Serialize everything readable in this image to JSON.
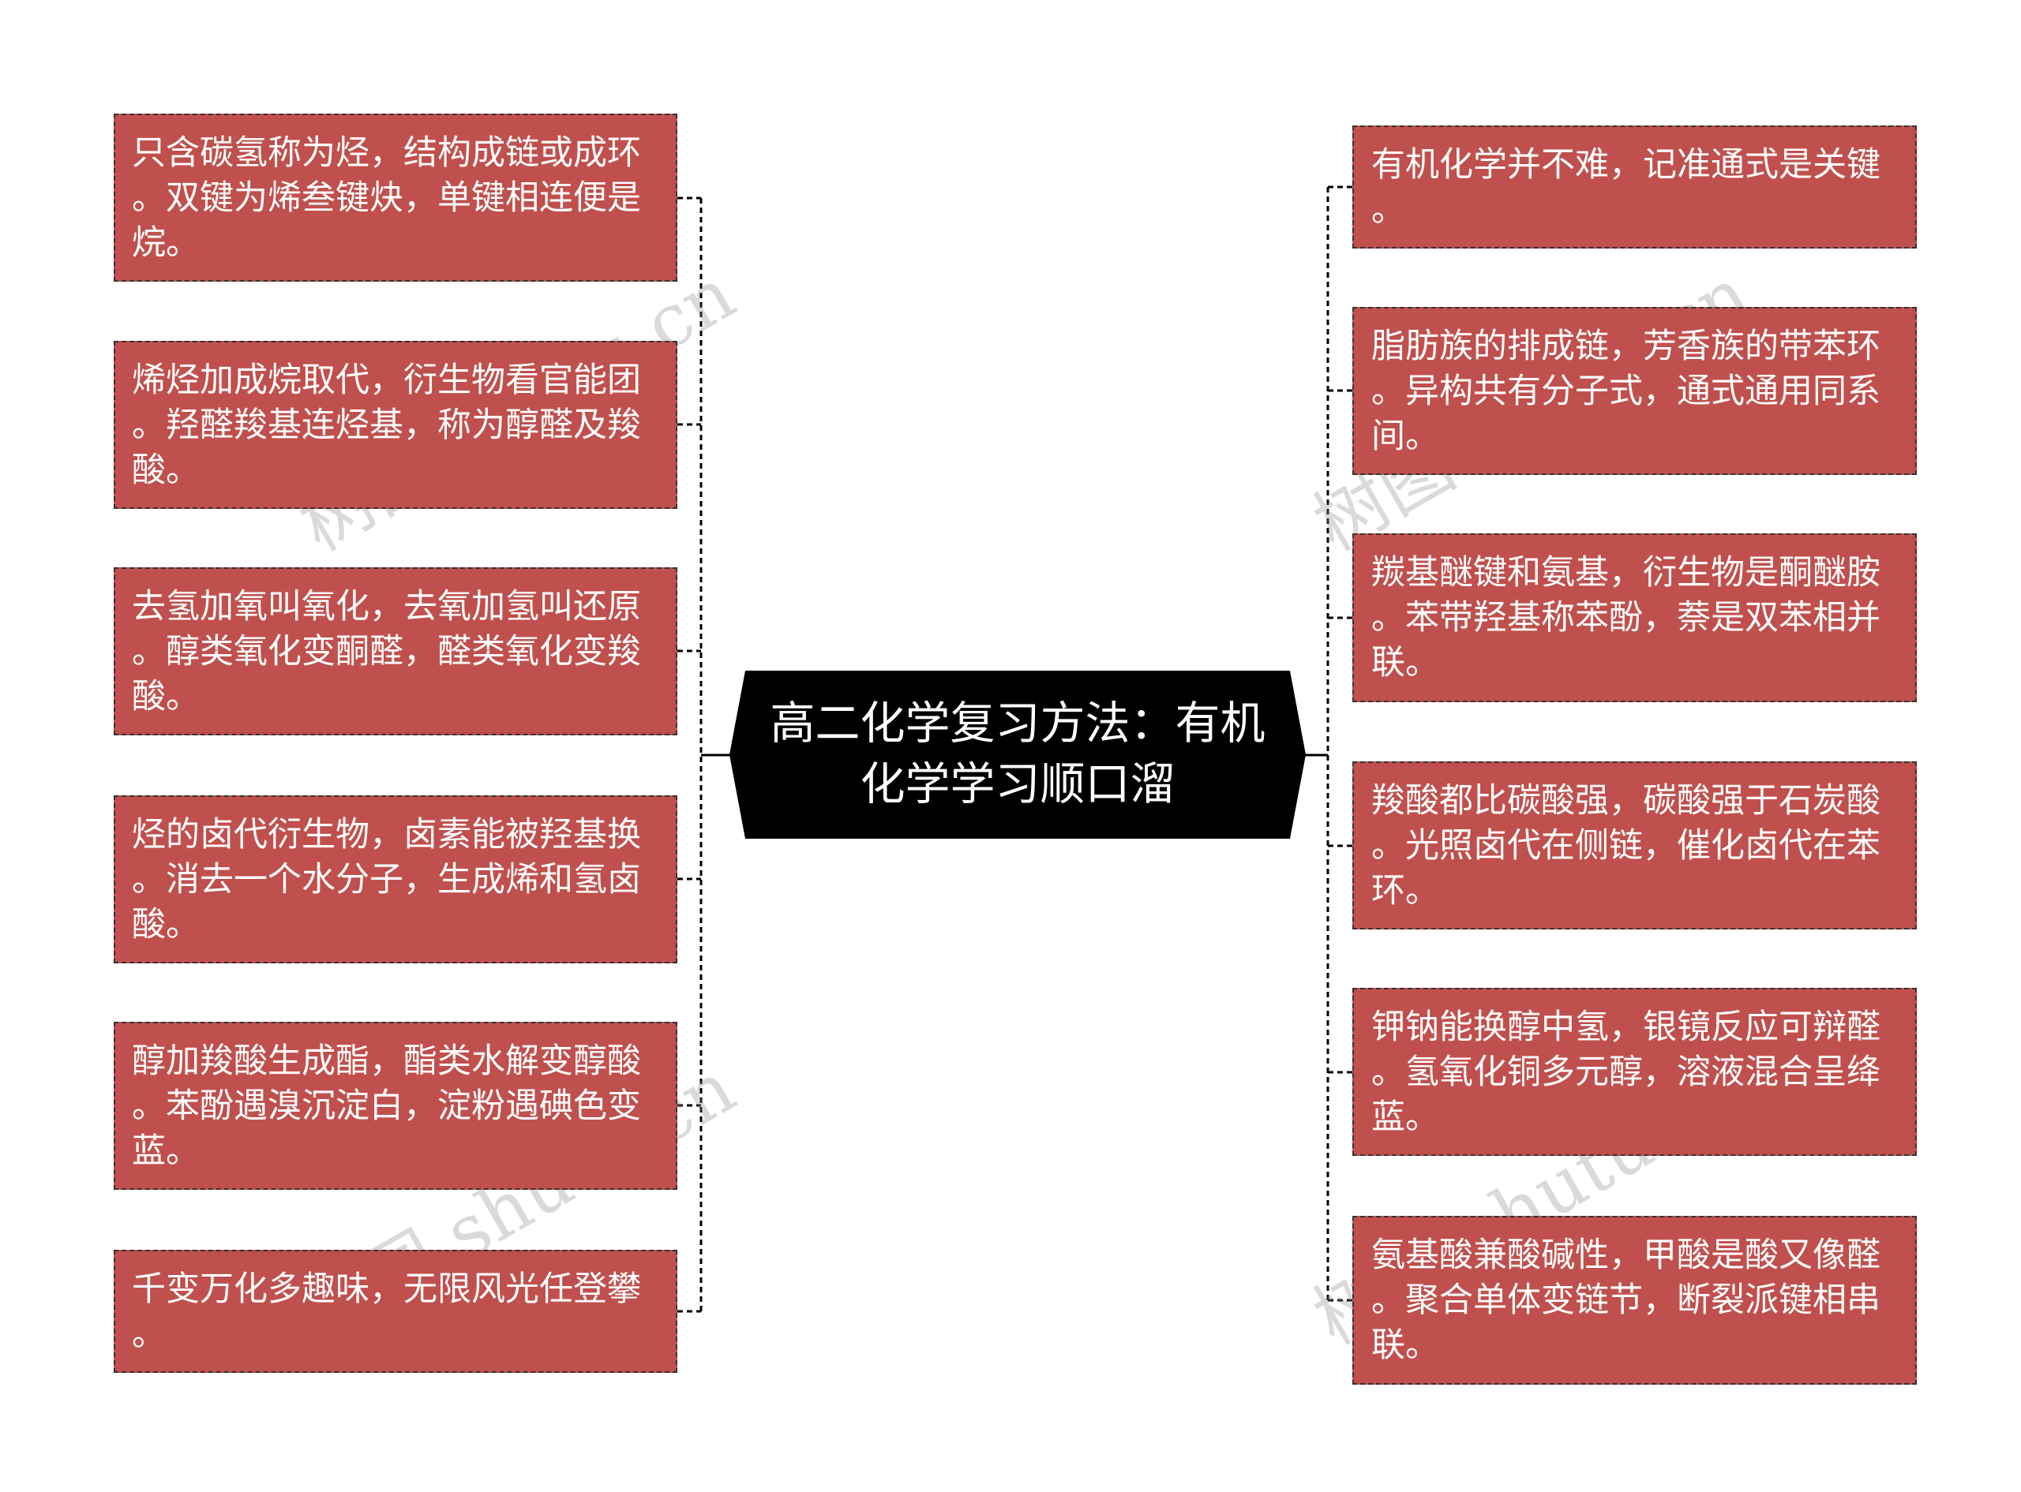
{
  "title": {
    "lines": [
      "高二化学复习方法：有机",
      "化学学习顺口溜"
    ]
  },
  "left_nodes": [
    {
      "lines": [
        "只含碳氢称为烃，结构成链或成环",
        "。双键为烯叁键炔，单键相连便是",
        "烷。"
      ]
    },
    {
      "lines": [
        "烯烃加成烷取代，衍生物看官能团",
        "。羟醛羧基连烃基，称为醇醛及羧",
        "酸。"
      ]
    },
    {
      "lines": [
        "去氢加氧叫氧化，去氧加氢叫还原",
        "。醇类氧化变酮醛，醛类氧化变羧",
        "酸。"
      ]
    },
    {
      "lines": [
        "烃的卤代衍生物，卤素能被羟基换",
        "。消去一个水分子，生成烯和氢卤",
        "酸。"
      ]
    },
    {
      "lines": [
        "醇加羧酸生成酯，酯类水解变醇酸",
        "。苯酚遇溴沉淀白，淀粉遇碘色变",
        "蓝。"
      ]
    },
    {
      "lines": [
        "千变万化多趣味，无限风光任登攀",
        "。"
      ]
    }
  ],
  "right_nodes": [
    {
      "lines": [
        "有机化学并不难，记准通式是关键",
        "。"
      ]
    },
    {
      "lines": [
        "脂肪族的排成链，芳香族的带苯环",
        "。异构共有分子式，通式通用同系",
        "间。"
      ]
    },
    {
      "lines": [
        "羰基醚键和氨基，衍生物是酮醚胺",
        "。苯带羟基称苯酚，萘是双苯相并",
        "联。"
      ]
    },
    {
      "lines": [
        "羧酸都比碳酸强，碳酸强于石炭酸",
        "。光照卤代在侧链，催化卤代在苯",
        "环。"
      ]
    },
    {
      "lines": [
        "钾钠能换醇中氢，银镜反应可辩醛",
        "。氢氧化铜多元醇，溶液混合呈绛",
        "蓝。"
      ]
    },
    {
      "lines": [
        "氨基酸兼酸碱性，甲酸是酸又像醛",
        "。聚合单体变链节，断裂派键相串",
        "联。"
      ]
    }
  ],
  "watermark": {
    "text": "树图 shutu.cn"
  },
  "colors": {
    "node_fill": "#c0504d",
    "node_border": "#333333",
    "center_fill": "#000000",
    "text": "#ffffff",
    "connector": "#000000"
  }
}
